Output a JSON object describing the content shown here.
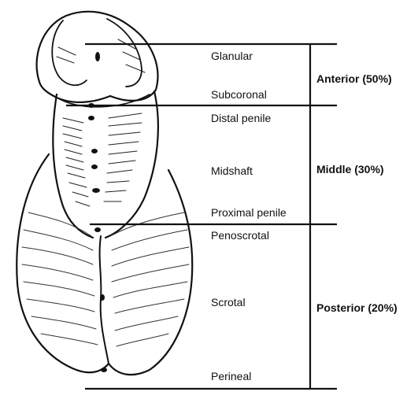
{
  "figure": {
    "illustration": "anatomical line drawing of male genitalia (penis and scrotum) with urethral meatus positions marked",
    "colors": {
      "ink": "#111111",
      "background": "#ffffff"
    }
  },
  "locations": [
    "Glanular",
    "Subcoronal",
    "Distal penile",
    "Midshaft",
    "Proximal penile",
    "Penoscrotal",
    "Scrotal",
    "Perineal"
  ],
  "groups": [
    {
      "name": "Anterior",
      "percent": "(50%)",
      "label": "Anterior (50%)"
    },
    {
      "name": "Middle",
      "percent": "(30%)",
      "label": "Middle (30%)"
    },
    {
      "name": "Posterior",
      "percent": "(20%)",
      "label": "Posterior (20%)"
    }
  ]
}
